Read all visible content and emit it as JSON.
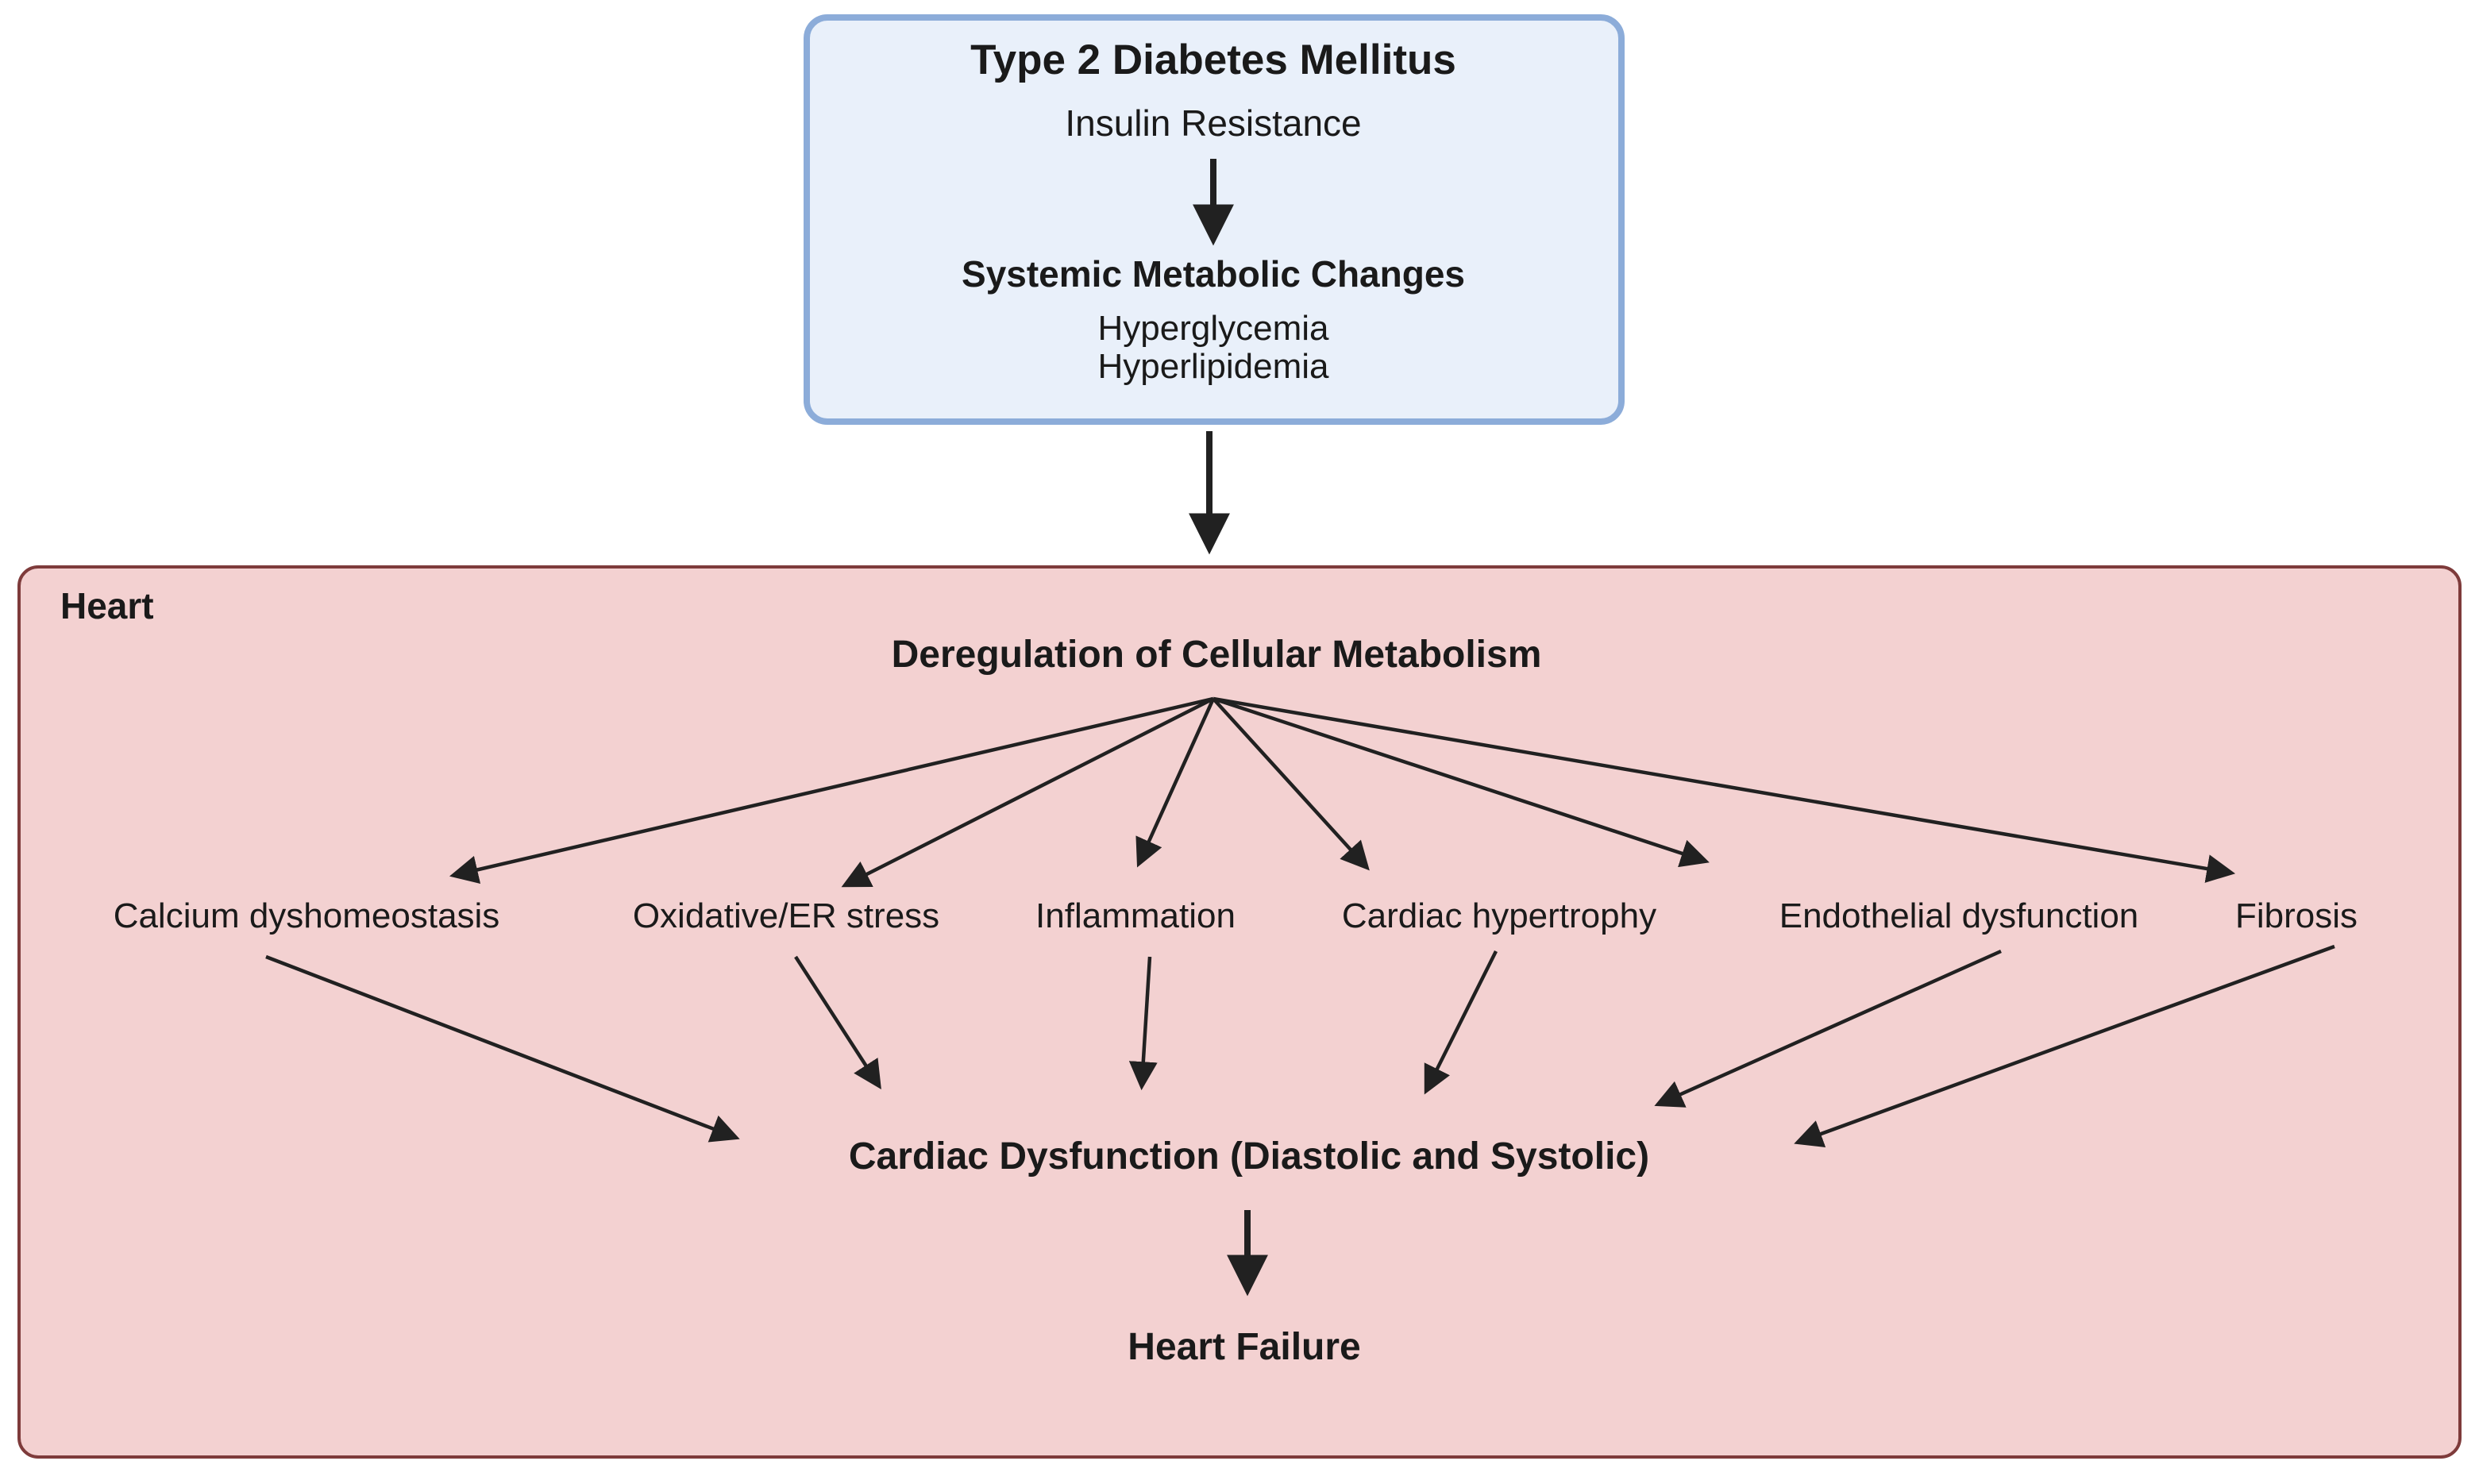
{
  "diagram": {
    "top_box": {
      "title": "Type 2 Diabetes Mellitus",
      "subtitle": "Insulin Resistance",
      "section_title": "Systemic Metabolic Changes",
      "items": [
        "Hyperglycemia",
        "Hyperlipidemia"
      ]
    },
    "heart_box": {
      "label": "Heart",
      "heading": "Deregulation of Cellular Metabolism",
      "factors": [
        "Calcium dyshomeostasis",
        "Oxidative/ER stress",
        "Inflammation",
        "Cardiac hypertrophy",
        "Endothelial dysfunction",
        "Fibrosis"
      ],
      "outcome": "Cardiac Dysfunction (Diastolic and Systolic)",
      "final_outcome": "Heart Failure"
    },
    "colors": {
      "top_box_fill": "#e9f0fa",
      "top_box_border": "#8cacd9",
      "heart_box_fill": "#f3d1d1",
      "heart_box_border": "#7e3b3b",
      "arrow": "#212121",
      "text": "#1a1a1a"
    }
  }
}
